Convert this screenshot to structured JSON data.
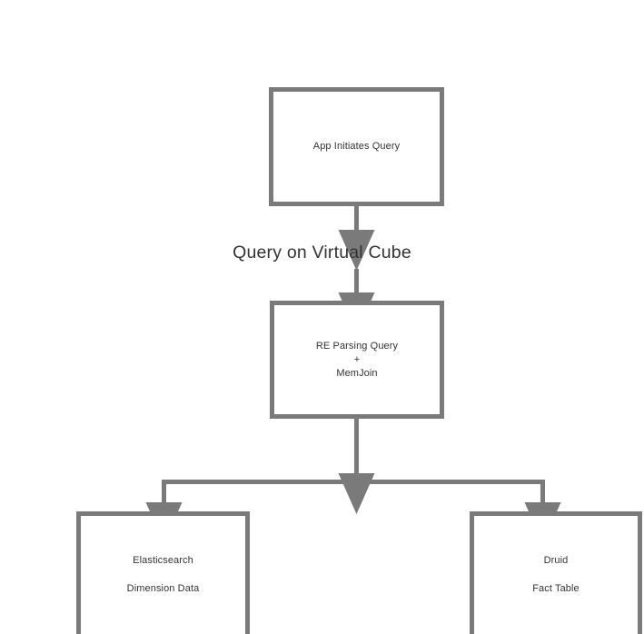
{
  "diagram": {
    "title": "Query on Virtual Cube flow",
    "background_color": "#ffffff",
    "stroke_color": "#7a7a7a",
    "text_color": "#333333",
    "nodes": [
      {
        "id": "app",
        "lines": [
          "App Initiates Query"
        ]
      },
      {
        "id": "parse",
        "lines": [
          "RE Parsing Query",
          "+",
          "MemJoin"
        ]
      },
      {
        "id": "elasticsearch",
        "lines": [
          "Elasticsearch",
          "Dimension Data"
        ]
      },
      {
        "id": "druid",
        "lines": [
          "Druid",
          "Fact Table"
        ]
      }
    ],
    "edge_labels": [
      {
        "id": "virtual-cube",
        "text": "Query on Virtual Cube"
      }
    ]
  }
}
